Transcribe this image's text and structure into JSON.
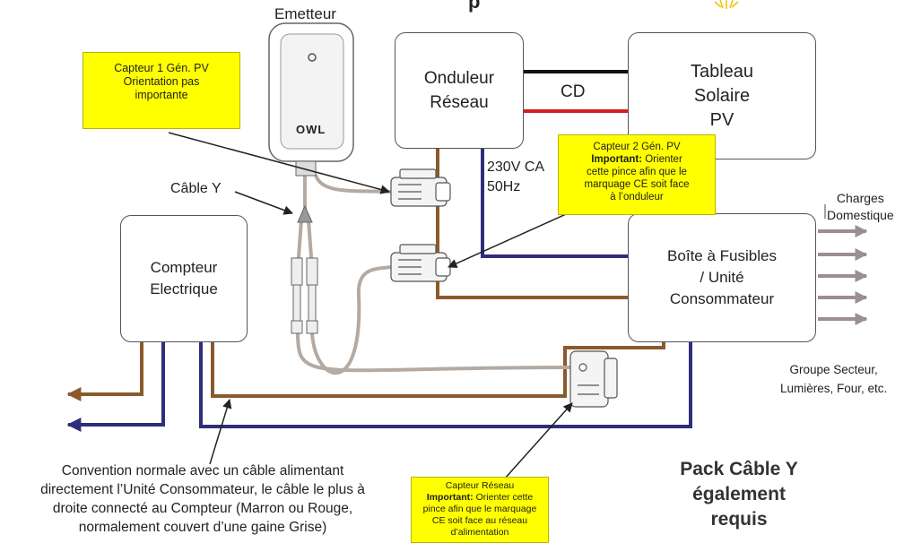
{
  "title_partial": "p",
  "emitter": {
    "label": "Emetteur",
    "brand": "OWL"
  },
  "inverter": {
    "lines": [
      "Onduleur",
      "Réseau"
    ]
  },
  "dc": {
    "label": "CD"
  },
  "solar_panel": {
    "lines": [
      "Tableau",
      "Solaire",
      "PV"
    ]
  },
  "meter": {
    "lines": [
      "Compteur",
      "Electrique"
    ]
  },
  "fusebox": {
    "lines": [
      "Boîte à Fusibles",
      "/ Unité",
      "Consommateur"
    ]
  },
  "ac": {
    "voltage": "230V CA",
    "frequency": "50Hz"
  },
  "cable_y": {
    "label": "Câble Y"
  },
  "loads": {
    "lines": [
      "Charges",
      "Domestique"
    ],
    "groups_lines": [
      "Groupe Secteur,",
      "Lumières, Four, etc."
    ]
  },
  "note_sensor1": {
    "lines": [
      "Capteur 1 Gén. PV",
      "Orientation pas",
      "importante"
    ]
  },
  "note_sensor2": {
    "title": "Capteur 2 Gén. PV",
    "important": "Important:",
    "lines": [
      " Orienter",
      "cette pince afin que le",
      "marquage CE soit face",
      "à l’onduleur"
    ]
  },
  "note_grid": {
    "title": "Capteur Réseau",
    "important": "Important:",
    "lines": [
      " Orienter cette",
      "pince afin que le marquage",
      "CE soit face au réseau",
      "d’alimentation"
    ]
  },
  "convention": {
    "lines": [
      "Convention normale avec un câble alimentant",
      "directement l’Unité Consommateur, le câble le plus à",
      "droite connecté au Compteur (Marron ou Rouge,",
      "normalement couvert d’une gaine Grise)"
    ]
  },
  "pack": {
    "lines": [
      "Pack Câble Y",
      "également",
      "requis"
    ]
  },
  "colors": {
    "brown": "#8B5A2B",
    "blue": "#2E2E7A",
    "grey": "#B4AAA2",
    "red": "#D42020",
    "black": "#111111",
    "yellow": "#FFFF00"
  },
  "icons": [
    "sun-icon",
    "owl-transmitter-icon",
    "current-clamp-icon",
    "arrow-icon"
  ]
}
